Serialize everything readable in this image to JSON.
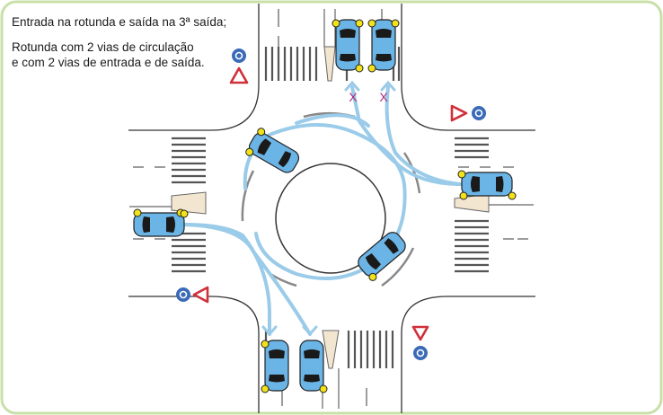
{
  "caption": {
    "line1": "Entrada na rotunda e saída na 3ª saída;",
    "line2": "Rotunda com 2 vias de circulação",
    "line3": "e com 2 vias de entrada e de saída."
  },
  "marks": {
    "blocked_exit": "X"
  },
  "colors": {
    "frame_border": "#c8e0a8",
    "road_edge": "#333333",
    "car_body": "#6ab4e6",
    "car_glass": "#1a1a1a",
    "light": "#f2e21a",
    "path": "#9acbe8",
    "yield_sign": "#d0303a",
    "roundabout_sign": "#3b6ab8"
  },
  "icons": [
    "roundabout-sign-icon",
    "yield-sign-icon",
    "car-icon",
    "path-arrow-icon",
    "blocked-x-icon"
  ]
}
